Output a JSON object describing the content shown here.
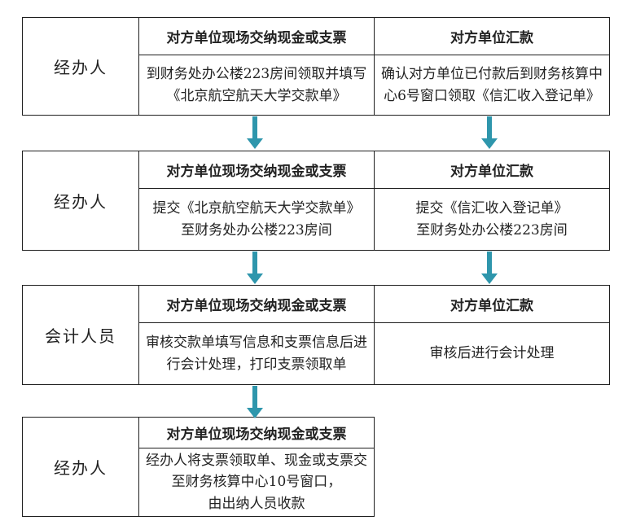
{
  "flowchart": {
    "arrow_color": "#2E96AC",
    "rows": [
      {
        "role": "经办人",
        "columns": [
          {
            "header": "对方单位现场交纳现金或支票",
            "body": "到财务处办公楼223房间领取并填写\n《北京航空航天大学交款单》"
          },
          {
            "header": "对方单位汇款",
            "body": "确认对方单位已付款后到财务核算中\n心6号窗口领取《信汇收入登记单》"
          }
        ]
      },
      {
        "role": "经办人",
        "columns": [
          {
            "header": "对方单位现场交纳现金或支票",
            "body": "提交《北京航空航天大学交款单》\n至财务处办公楼223房间"
          },
          {
            "header": "对方单位汇款",
            "body": "提交《信汇收入登记单》\n至财务处办公楼223房间"
          }
        ]
      },
      {
        "role": "会计人员",
        "columns": [
          {
            "header": "对方单位现场交纳现金或支票",
            "body": "审核交款单填写信息和支票信息后进\n行会计处理，打印支票领取单"
          },
          {
            "header": "对方单位汇款",
            "body": "审核后进行会计处理"
          }
        ]
      },
      {
        "role": "经办人",
        "columns": [
          {
            "header": "对方单位现场交纳现金或支票",
            "body": "经办人将支票领取单、现金或支票交\n至财务核算中心10号窗口，\n由出纳人员收款"
          }
        ]
      }
    ]
  }
}
